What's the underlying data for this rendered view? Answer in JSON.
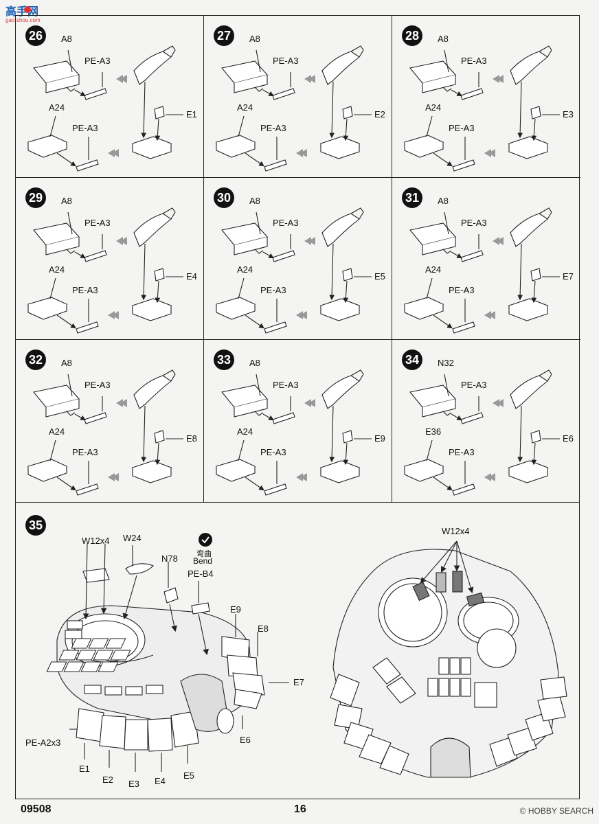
{
  "watermark": {
    "logo_text": "高手网",
    "sub_text": "gao-shou.com"
  },
  "steps": [
    {
      "num": "26",
      "top_part": "A8",
      "top_pe": "PE-A3",
      "bottom_part": "A24",
      "bottom_pe": "PE-A3",
      "e_part": "E1"
    },
    {
      "num": "27",
      "top_part": "A8",
      "top_pe": "PE-A3",
      "bottom_part": "A24",
      "bottom_pe": "PE-A3",
      "e_part": "E2"
    },
    {
      "num": "28",
      "top_part": "A8",
      "top_pe": "PE-A3",
      "bottom_part": "A24",
      "bottom_pe": "PE-A3",
      "e_part": "E3"
    },
    {
      "num": "29",
      "top_part": "A8",
      "top_pe": "PE-A3",
      "bottom_part": "A24",
      "bottom_pe": "PE-A3",
      "e_part": "E4"
    },
    {
      "num": "30",
      "top_part": "A8",
      "top_pe": "PE-A3",
      "bottom_part": "A24",
      "bottom_pe": "PE-A3",
      "e_part": "E5"
    },
    {
      "num": "31",
      "top_part": "A8",
      "top_pe": "PE-A3",
      "bottom_part": "A24",
      "bottom_pe": "PE-A3",
      "e_part": "E7"
    },
    {
      "num": "32",
      "top_part": "A8",
      "top_pe": "PE-A3",
      "bottom_part": "A24",
      "bottom_pe": "PE-A3",
      "e_part": "E8"
    },
    {
      "num": "33",
      "top_part": "A8",
      "top_pe": "PE-A3",
      "bottom_part": "A24",
      "bottom_pe": "PE-A3",
      "e_part": "E9"
    },
    {
      "num": "34",
      "top_part": "N32",
      "top_pe": "PE-A3",
      "bottom_part": "E36",
      "bottom_pe": "PE-A3",
      "e_part": "E6"
    }
  ],
  "step35": {
    "num": "35",
    "labels": {
      "w12x4_left": "W12x4",
      "w24": "W24",
      "bend_cn": "弯曲",
      "bend_en": "Bend",
      "n78": "N78",
      "peb4": "PE-B4",
      "e9": "E9",
      "e8": "E8",
      "e7": "E7",
      "e6": "E6",
      "pea2": "PE-A2x3",
      "e1": "E1",
      "e2": "E2",
      "e3": "E3",
      "e4": "E4",
      "e5": "E5",
      "w12x4_right": "W12x4"
    }
  },
  "footer": {
    "code": "09508",
    "page": "16",
    "credit": "© HOBBY SEARCH"
  }
}
